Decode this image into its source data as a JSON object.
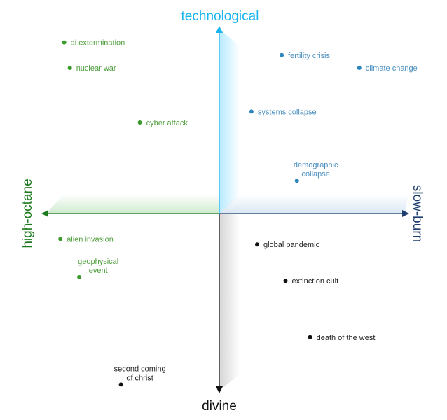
{
  "chart_data": {
    "type": "scatter",
    "title": "",
    "axes": {
      "top": "technological",
      "bottom": "divine",
      "left": "high-octane",
      "right": "slow-burn"
    },
    "xlim": [
      -10,
      10
    ],
    "ylim": [
      -10,
      10
    ],
    "grid": false,
    "colors": {
      "technological": "#1ab4f0",
      "divine": "#111111",
      "high-octane": "#1f7a1f",
      "slow-burn": "#1c3d6e",
      "green_points": "#3a9a2a",
      "blue_points": "#2a86bd",
      "black_points": "#111111"
    },
    "points": [
      {
        "label": [
          "ai extermination"
        ],
        "x": -8.2,
        "y": 9.4,
        "group": "green",
        "label_pos": "right"
      },
      {
        "label": [
          "nuclear war"
        ],
        "x": -7.9,
        "y": 8.0,
        "group": "green",
        "label_pos": "right"
      },
      {
        "label": [
          "cyber attack"
        ],
        "x": -4.2,
        "y": 5.0,
        "group": "green",
        "label_pos": "right"
      },
      {
        "label": [
          "fertility crisis"
        ],
        "x": 3.3,
        "y": 8.7,
        "group": "blue",
        "label_pos": "right"
      },
      {
        "label": [
          "climate change"
        ],
        "x": 7.4,
        "y": 8.0,
        "group": "blue",
        "label_pos": "right"
      },
      {
        "label": [
          "systems collapse"
        ],
        "x": 1.7,
        "y": 5.6,
        "group": "blue",
        "label_pos": "right"
      },
      {
        "label": [
          "demographic",
          "collapse"
        ],
        "x": 4.1,
        "y": 1.8,
        "group": "blue",
        "label_pos": "above"
      },
      {
        "label": [
          "alien invasion"
        ],
        "x": -8.4,
        "y": -1.4,
        "group": "green",
        "label_pos": "right"
      },
      {
        "label": [
          "geophysical",
          "event"
        ],
        "x": -7.4,
        "y": -3.5,
        "group": "green",
        "label_pos": "above"
      },
      {
        "label": [
          "global pandemic"
        ],
        "x": 2.0,
        "y": -1.7,
        "group": "black",
        "label_pos": "right"
      },
      {
        "label": [
          "extinction cult"
        ],
        "x": 3.5,
        "y": -3.7,
        "group": "black",
        "label_pos": "right"
      },
      {
        "label": [
          "death of the west"
        ],
        "x": 4.8,
        "y": -6.8,
        "group": "black",
        "label_pos": "right"
      },
      {
        "label": [
          "second coming",
          "of christ"
        ],
        "x": -5.2,
        "y": -9.4,
        "group": "black",
        "label_pos": "above"
      }
    ]
  }
}
